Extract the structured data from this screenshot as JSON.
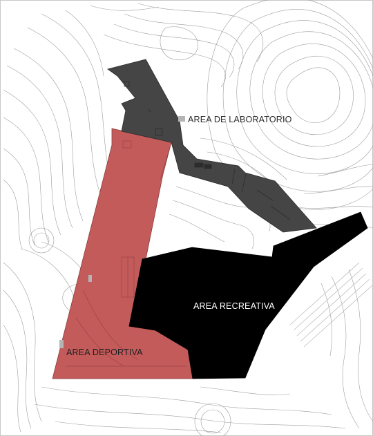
{
  "zones": [
    {
      "id": "laboratorio",
      "label": "AREA DE LABORATORIO",
      "color": "#454545"
    },
    {
      "id": "recreativa",
      "label": "AREA RECREATIVA",
      "color": "#000000"
    },
    {
      "id": "deportiva",
      "label": "AREA DEPORTIVA",
      "color": "#c35b5b"
    }
  ],
  "colors": {
    "background": "#ffffff",
    "contour": "#9c9c9c",
    "frame": "#c8c8c8"
  }
}
